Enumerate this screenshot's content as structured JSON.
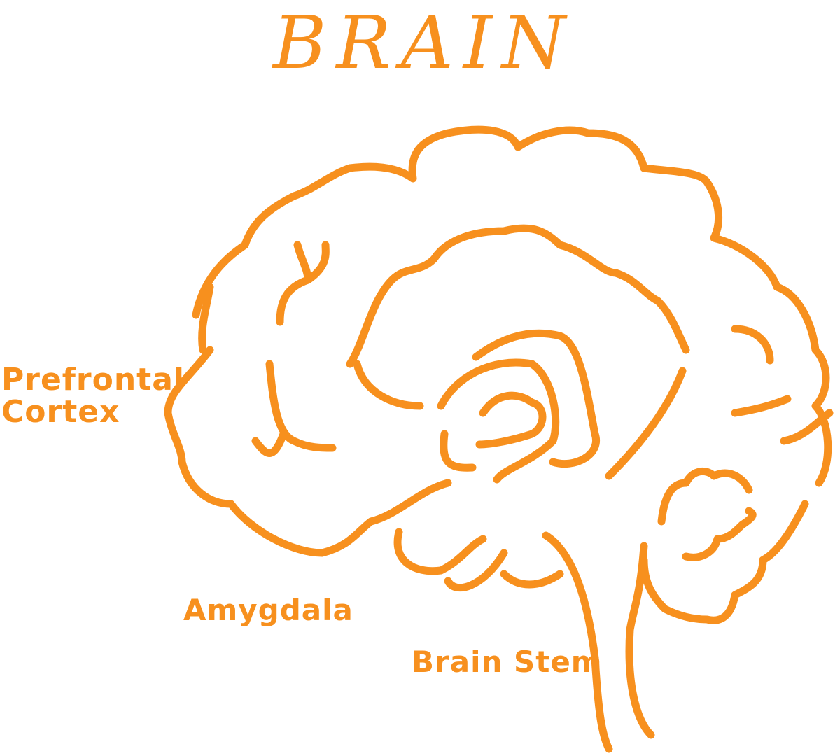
{
  "title": "BRAIN",
  "labels": {
    "prefrontal_cortex": "Prefrontal Cortex",
    "amygdala": "Amygdala",
    "brain_stem": "Brain Stem"
  },
  "color": "#F7901E"
}
